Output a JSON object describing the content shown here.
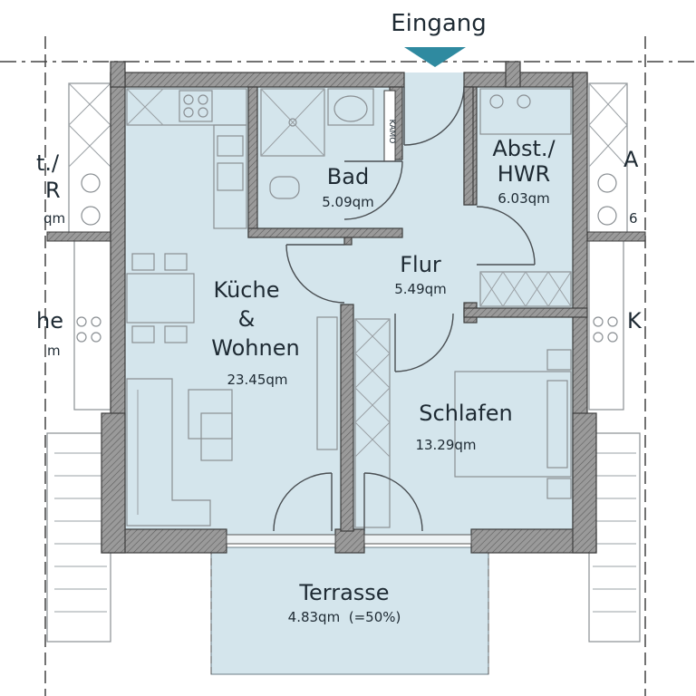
{
  "entrance_label": "Eingang",
  "colors": {
    "room_fill": "#d4e5ec",
    "wall_fill": "#8d8d8d",
    "wall_stroke": "#3d3d3d",
    "entrance_arrow": "#2f8aa0",
    "neighbor_fill": "#ffffff"
  },
  "rooms": {
    "bad": {
      "name": "Bad",
      "area": "5.09qm"
    },
    "abst": {
      "name_line1": "Abst./",
      "name_line2": "HWR",
      "area": "6.03qm"
    },
    "flur": {
      "name": "Flur",
      "area": "5.49qm"
    },
    "kueche": {
      "name_line1": "Küche",
      "name_line2": "&",
      "name_line3": "Wohnen",
      "area": "23.45qm"
    },
    "schlafen": {
      "name": "Schlafen",
      "area": "13.29qm"
    },
    "terrasse": {
      "name": "Terrasse",
      "area": "4.83qm  (=50%)"
    }
  },
  "fixture_labels": {
    "kamo": "KAMO"
  },
  "neighbor_fragments": {
    "left_top_1": "t./",
    "left_top_2": "R",
    "left_top_3": "qm",
    "left_mid_1": "he",
    "left_mid_2": "m",
    "right_top_1": "A",
    "right_top_2": "6",
    "right_mid_1": "K"
  }
}
